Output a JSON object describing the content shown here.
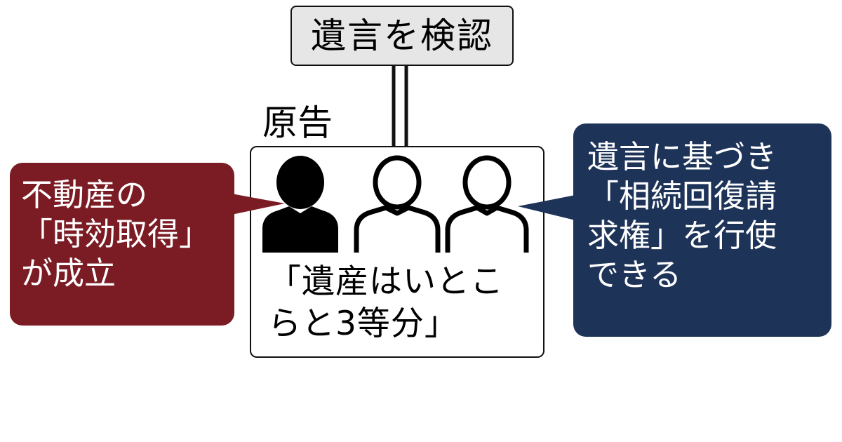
{
  "top_box": {
    "label": "遺言を検認"
  },
  "plaintiff": {
    "label": "原告"
  },
  "main": {
    "lines": [
      "「遺産はいとこ",
      "らと3等分」"
    ]
  },
  "left_bubble": {
    "lines": [
      "不動産の",
      "「時効取得」",
      "が成立"
    ],
    "color": "#7b1c25"
  },
  "right_bubble": {
    "lines": [
      "遺言に基づき",
      "「相続回復請",
      "求権」を行使",
      "できる"
    ],
    "color": "#1d3358"
  },
  "icons": [
    "person-filled-icon",
    "person-outline-icon",
    "person-outline-icon"
  ]
}
